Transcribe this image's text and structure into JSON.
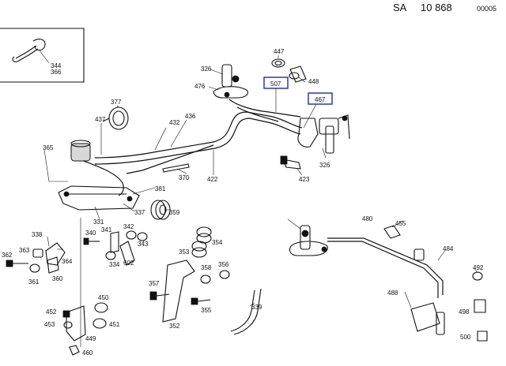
{
  "header": {
    "prefix": "SA",
    "number": "10 868",
    "code": "00005"
  },
  "inset": {
    "labels": [
      "344",
      "366"
    ]
  },
  "callouts": [
    {
      "id": "c-326a",
      "text": "326"
    },
    {
      "id": "c-447",
      "text": "447"
    },
    {
      "id": "c-448",
      "text": "448"
    },
    {
      "id": "c-507",
      "text": "507"
    },
    {
      "id": "c-467",
      "text": "467"
    },
    {
      "id": "c-476",
      "text": "476"
    },
    {
      "id": "c-377",
      "text": "377"
    },
    {
      "id": "c-437",
      "text": "437"
    },
    {
      "id": "c-432",
      "text": "432"
    },
    {
      "id": "c-436",
      "text": "436"
    },
    {
      "id": "c-365",
      "text": "365"
    },
    {
      "id": "c-326b",
      "text": "326"
    },
    {
      "id": "c-423",
      "text": "423"
    },
    {
      "id": "c-370",
      "text": "370"
    },
    {
      "id": "c-422",
      "text": "422"
    },
    {
      "id": "c-381",
      "text": "381"
    },
    {
      "id": "c-337",
      "text": "337"
    },
    {
      "id": "c-359",
      "text": "359"
    },
    {
      "id": "c-331",
      "text": "331"
    },
    {
      "id": "c-340",
      "text": "340"
    },
    {
      "id": "c-341",
      "text": "341"
    },
    {
      "id": "c-342",
      "text": "342"
    },
    {
      "id": "c-343",
      "text": "343"
    },
    {
      "id": "c-338",
      "text": "338"
    },
    {
      "id": "c-363",
      "text": "363"
    },
    {
      "id": "c-362",
      "text": "362"
    },
    {
      "id": "c-364",
      "text": "364"
    },
    {
      "id": "c-361",
      "text": "361"
    },
    {
      "id": "c-360",
      "text": "360"
    },
    {
      "id": "c-334",
      "text": "334"
    },
    {
      "id": "c-602",
      "text": "602"
    },
    {
      "id": "c-354",
      "text": "354"
    },
    {
      "id": "c-353",
      "text": "353"
    },
    {
      "id": "c-358",
      "text": "358"
    },
    {
      "id": "c-356",
      "text": "356"
    },
    {
      "id": "c-357",
      "text": "357"
    },
    {
      "id": "c-355",
      "text": "355"
    },
    {
      "id": "c-352",
      "text": "352"
    },
    {
      "id": "c-339",
      "text": "339"
    },
    {
      "id": "c-452",
      "text": "452"
    },
    {
      "id": "c-453",
      "text": "453"
    },
    {
      "id": "c-450",
      "text": "450"
    },
    {
      "id": "c-451",
      "text": "451"
    },
    {
      "id": "c-449",
      "text": "449"
    },
    {
      "id": "c-460",
      "text": "460"
    },
    {
      "id": "c-480",
      "text": "480"
    },
    {
      "id": "c-455",
      "text": "455"
    },
    {
      "id": "c-484",
      "text": "484"
    },
    {
      "id": "c-492",
      "text": "492"
    },
    {
      "id": "c-488",
      "text": "488"
    },
    {
      "id": "c-498",
      "text": "498"
    },
    {
      "id": "c-500",
      "text": "500"
    }
  ]
}
